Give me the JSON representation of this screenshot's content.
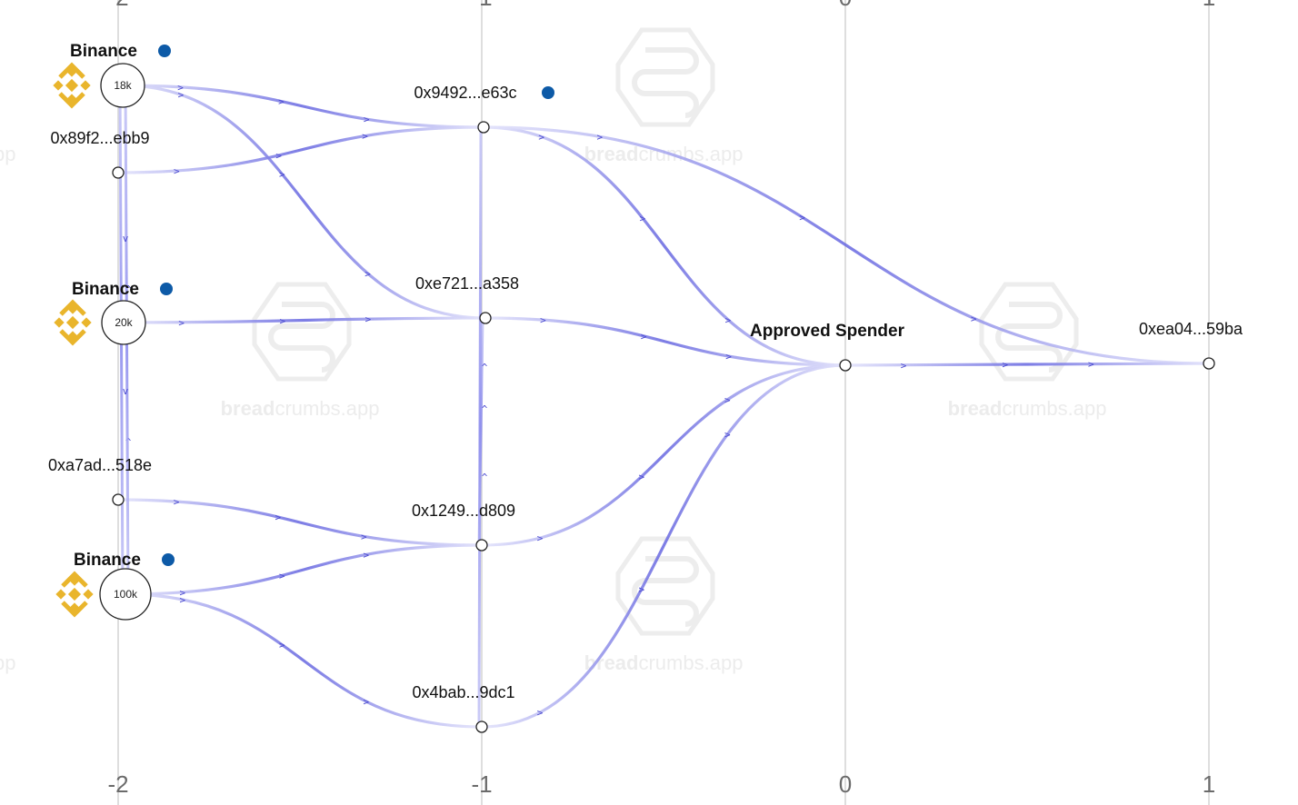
{
  "axis": {
    "columns": [
      {
        "value": "-2"
      },
      {
        "value": "-1"
      },
      {
        "value": "0"
      },
      {
        "value": "1"
      }
    ]
  },
  "watermark": {
    "brand_bold": "bread",
    "brand_rest": "crumbs.app"
  },
  "colors": {
    "edge": "#7b7be6",
    "edge_light": "#dcdcfa",
    "binance": "#e9b52c",
    "dot": "#0d5aa7",
    "grid": "#d3d3d3"
  },
  "nodes": [
    {
      "id": "bin1",
      "label": "Binance",
      "badge": "18k",
      "type": "exchange",
      "icon": "binance-icon",
      "has_dot": true
    },
    {
      "id": "a89f2",
      "label": "0x89f2...ebb9",
      "type": "address"
    },
    {
      "id": "bin2",
      "label": "Binance",
      "badge": "20k",
      "type": "exchange",
      "icon": "binance-icon",
      "has_dot": true
    },
    {
      "id": "aa7ad",
      "label": "0xa7ad...518e",
      "type": "address"
    },
    {
      "id": "bin3",
      "label": "Binance",
      "badge": "100k",
      "type": "exchange",
      "icon": "binance-icon",
      "has_dot": true
    },
    {
      "id": "a9492",
      "label": "0x9492...e63c",
      "type": "address",
      "has_dot": true
    },
    {
      "id": "ae721",
      "label": "0xe721...a358",
      "type": "address"
    },
    {
      "id": "a1249",
      "label": "0x1249...d809",
      "type": "address"
    },
    {
      "id": "a4bab",
      "label": "0x4bab...9dc1",
      "type": "address"
    },
    {
      "id": "spender",
      "label": "Approved Spender",
      "type": "address",
      "bold": true
    },
    {
      "id": "aea04",
      "label": "0xea04...59ba",
      "type": "address"
    }
  ],
  "edges": [
    {
      "from": "bin1",
      "to": "a9492"
    },
    {
      "from": "bin1",
      "to": "ae721"
    },
    {
      "from": "a89f2",
      "to": "a9492"
    },
    {
      "from": "bin2",
      "to": "ae721"
    },
    {
      "from": "aa7ad",
      "to": "a1249"
    },
    {
      "from": "bin3",
      "to": "a1249"
    },
    {
      "from": "bin3",
      "to": "a4bab"
    },
    {
      "from": "a9492",
      "to": "spender"
    },
    {
      "from": "a9492",
      "to": "aea04"
    },
    {
      "from": "ae721",
      "to": "spender"
    },
    {
      "from": "a1249",
      "to": "spender"
    },
    {
      "from": "a4bab",
      "to": "spender"
    },
    {
      "from": "spender",
      "to": "aea04"
    },
    {
      "from": "a1249",
      "to": "ae721"
    },
    {
      "from": "a4bab",
      "to": "a9492"
    },
    {
      "from": "bin3",
      "to": "bin1"
    },
    {
      "from": "bin1",
      "to": "bin3"
    }
  ]
}
